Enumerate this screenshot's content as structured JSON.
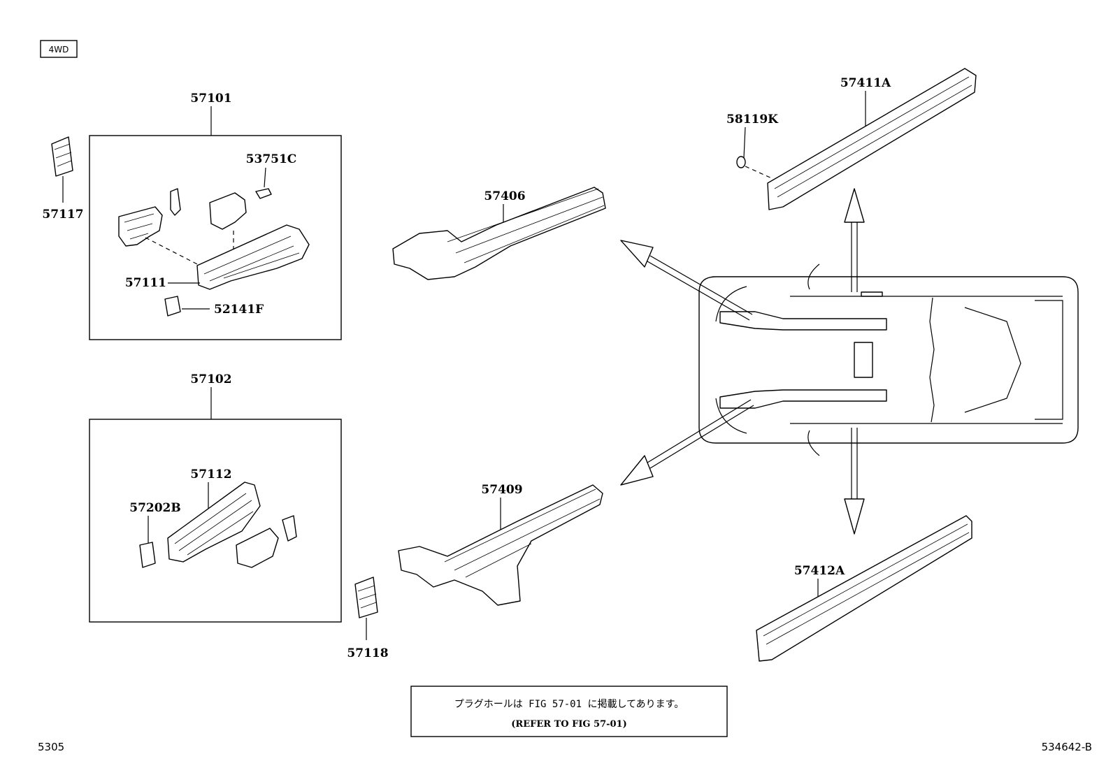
{
  "variant_tag": "4WD",
  "parts": {
    "p57101": "57101",
    "p57117": "57117",
    "p53751C": "53751C",
    "p57111": "57111",
    "p52141F": "52141F",
    "p57102": "57102",
    "p57112": "57112",
    "p57202B": "57202B",
    "p57118": "57118",
    "p57406": "57406",
    "p57409": "57409",
    "p58119K": "58119K",
    "p57411A": "57411A",
    "p57412A": "57412A"
  },
  "note": {
    "japanese": "プラグホールは FIG 57-01 に掲載してあります。",
    "english": "(REFER TO FIG 57-01)"
  },
  "footer": {
    "page_code": "5305",
    "diagram_id": "534642-B"
  }
}
